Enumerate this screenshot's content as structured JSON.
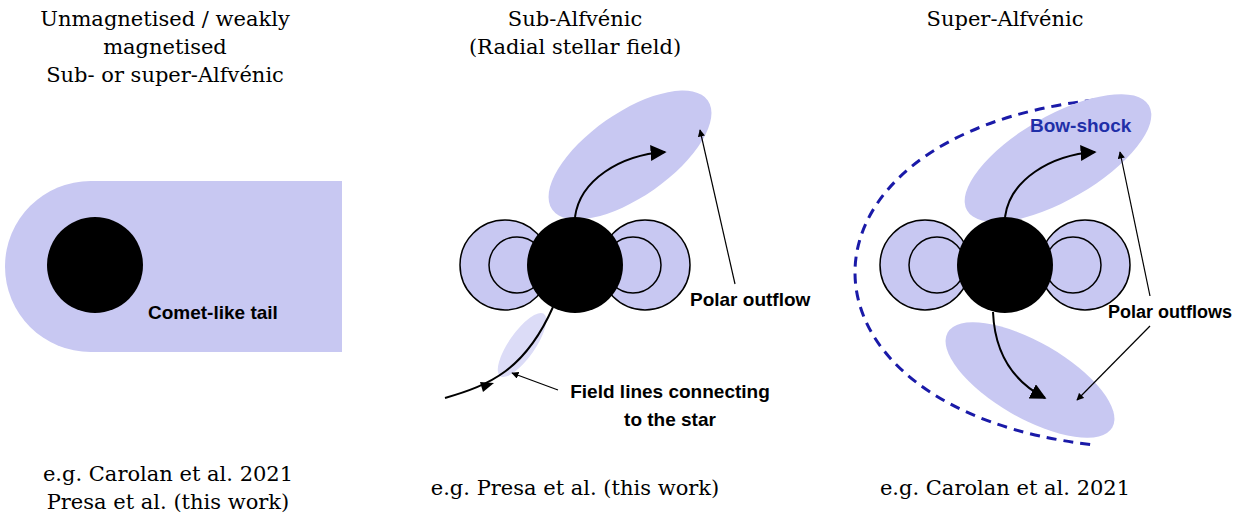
{
  "diagram": {
    "nodes": [
      {
        "text": [
          "Comet-like tail"
        ]
      }
    ],
    "labels": [
      "Unmagnetised / weakly magnetised",
      "Sub- or super-Alfvénic",
      "Sub-Alfvénic",
      "(Radial stellar field)",
      "Super-Alfvénic",
      "Bow-shock",
      "Polar outflow",
      "Field lines connecting to the star",
      "Polar outflows",
      "e.g. Carolan et al. 2021",
      "Presa et al. (this work)",
      "e.g. Presa et al. (this work)",
      "e.g. Carolan et al. 2021"
    ]
  }
}
